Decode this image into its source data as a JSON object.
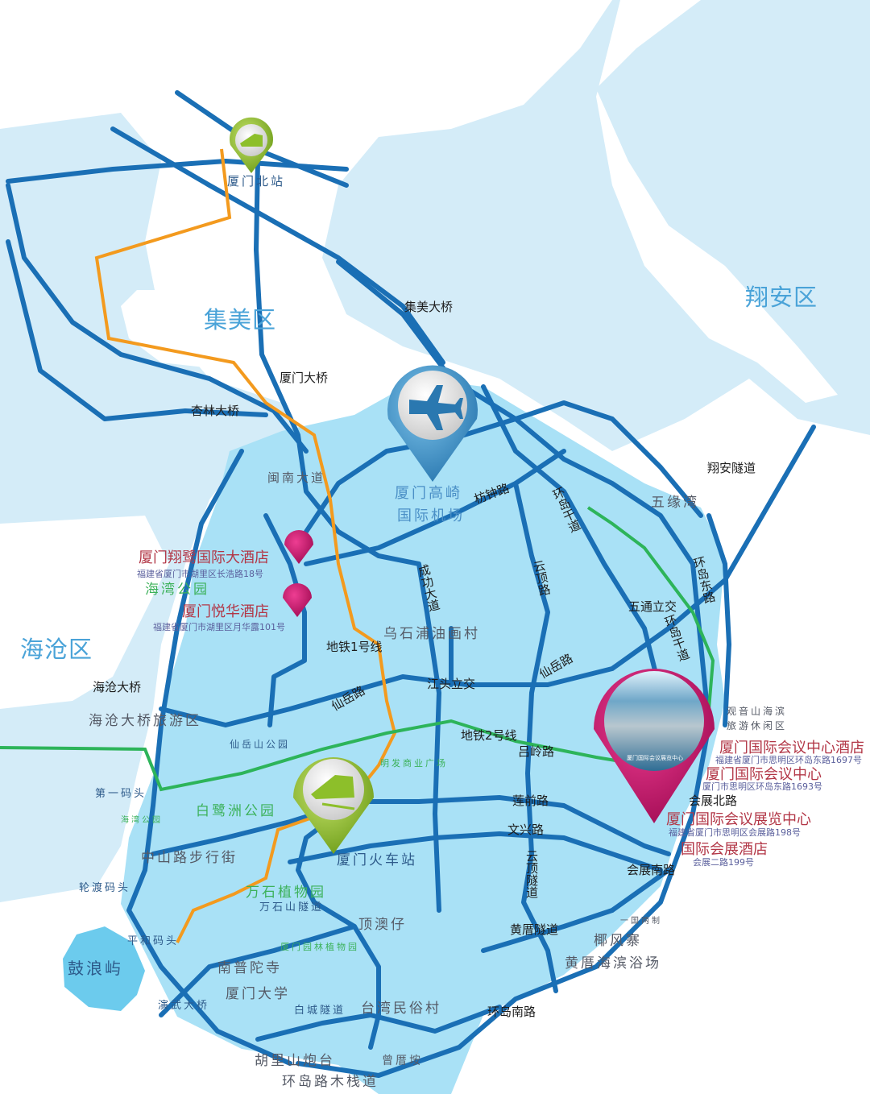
{
  "districts": {
    "jimei": "集美区",
    "xiangan": "翔安区",
    "haicang": "海沧区",
    "gulangyu": "鼓浪屿"
  },
  "stations": {
    "north": "厦门北站",
    "railway": "厦门火车站"
  },
  "airport": {
    "line1": "厦门高崎",
    "line2": "国际机场"
  },
  "bridges": {
    "jimei": "集美大桥",
    "xiamen": "厦门大桥",
    "xinglin": "杏林大桥",
    "haicang": "海沧大桥",
    "xiangan_tunnel": "翔安隧道"
  },
  "roads": {
    "minnan": "闽南大道",
    "fangzhong": "枋钟路",
    "huandao_gandao": "环岛干道",
    "huandao_gandao2": "环岛干道",
    "huandao_east": "环岛东路",
    "chenggong": "成功大道",
    "yunding": "云顶路",
    "wutong": "五通立交",
    "xianyue_e": "仙岳路",
    "xianyue_w": "仙岳路",
    "jiangtou": "江头立交",
    "lvling": "吕岭路",
    "lianqian": "莲前路",
    "wenxing": "文兴路",
    "yunding_tunnel": "云顶隧道",
    "huizhan_north": "会展北路",
    "huizhan_south": "会展南路",
    "huangcuo_tunnel": "黄厝隧道",
    "huandao_south": "环岛南路",
    "baicheng_tunnel": "白城隧道",
    "wanshishan_tunnel": "万石山隧道",
    "yanwu_bridge": "演武大桥"
  },
  "metro": {
    "line1": "地铁1号线",
    "line2": "地铁2号线"
  },
  "places": {
    "wuyuanwan": "五缘湾",
    "wushipu": "乌石浦油画村",
    "haicang_tour": "海沧大桥旅游区",
    "xianyueshan": "仙岳山公园",
    "mingfa": "明发商业广场",
    "first_pier": "第一码头",
    "haiwan_small": "海湾公园",
    "bailuzhou": "白鹭洲公园",
    "zhongshan": "中山路步行街",
    "lundu": "轮渡码头",
    "wanshi_garden": "万石植物园",
    "pinghe": "平和码头",
    "xiamen_garden": "厦门园林植物园",
    "nanputuo": "南普陀寺",
    "xmu": "厦门大学",
    "jieba": "顶澳仔",
    "taiwan_village": "台湾民俗村",
    "hulishan": "胡里山炮台",
    "boardwalk": "环岛路木栈道",
    "zengcuoan": "曾厝垵",
    "liangan": "一国两制",
    "liufengzhai": "椰风寨",
    "huangcuo_beach": "黄厝海滨浴场",
    "guanyinshan1": "观音山海滨",
    "guanyinshan2": "旅游休闲区",
    "haiwan_park": "海湾公园"
  },
  "hotels": [
    {
      "name": "厦门翔鹭国际大酒店",
      "address": "福建省厦门市湖里区长浩路18号"
    },
    {
      "name": "厦门悦华酒店",
      "address": "福建省厦门市湖里区月华露101号"
    },
    {
      "name": "厦门国际会议中心酒店",
      "address": "福建省厦门市思明区环岛东路1697号"
    },
    {
      "name": "厦门国际会议中心",
      "address": "厦门市思明区环岛东路1693号"
    },
    {
      "name": "厦门国际会议展览中心",
      "address": "福建省厦门市思明区会展路198号"
    },
    {
      "name": "国际会展酒店",
      "address": "会展二路199号"
    }
  ],
  "photo_caption": "厦门国际会议展览中心",
  "colors": {
    "sea": "#d4ecf8",
    "island": "#a9e1f6",
    "road": "#1a6fb5",
    "metro1": "#f39a1e",
    "metro2": "#2db45a",
    "hotel_pin": "#c8126a",
    "station_pin": "#8dbf2a",
    "airport_pin": "#3a8fc6"
  }
}
